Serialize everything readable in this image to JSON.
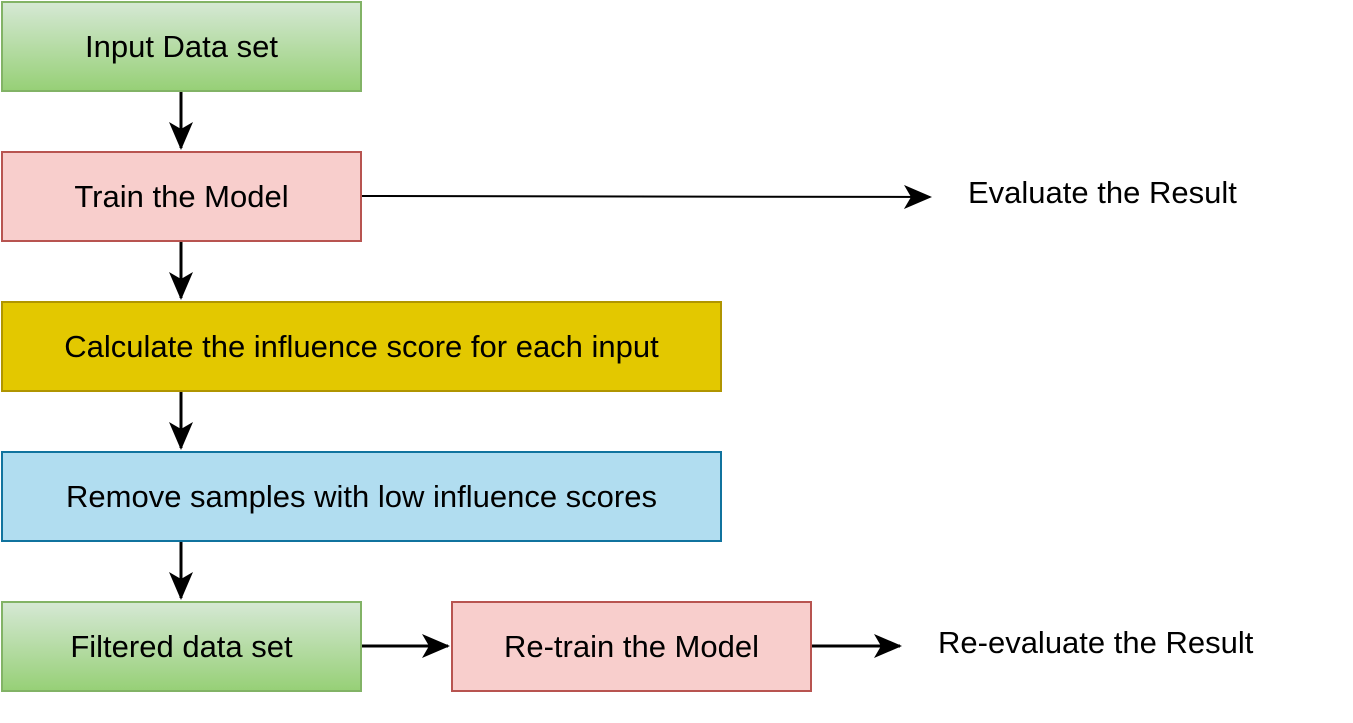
{
  "nodes": {
    "input_data_set": "Input Data set",
    "train_model": "Train the Model",
    "calculate_influence": "Calculate the influence score for each input",
    "remove_samples": "Remove samples with low influence scores",
    "filtered_data_set": "Filtered data set",
    "retrain_model": "Re-train the Model"
  },
  "labels": {
    "evaluate_result": "Evaluate the Result",
    "reevaluate_result": "Re-evaluate the Result"
  },
  "colors": {
    "green_fill_top": "#d5e8d4",
    "green_fill_bottom": "#97d077",
    "green_stroke": "#82b366",
    "red_fill": "#f8cecc",
    "red_stroke": "#b85450",
    "yellow_fill": "#e3c800",
    "yellow_stroke": "#b09500",
    "blue_fill": "#b1ddf0",
    "blue_stroke": "#10739e",
    "edge": "#000000"
  }
}
